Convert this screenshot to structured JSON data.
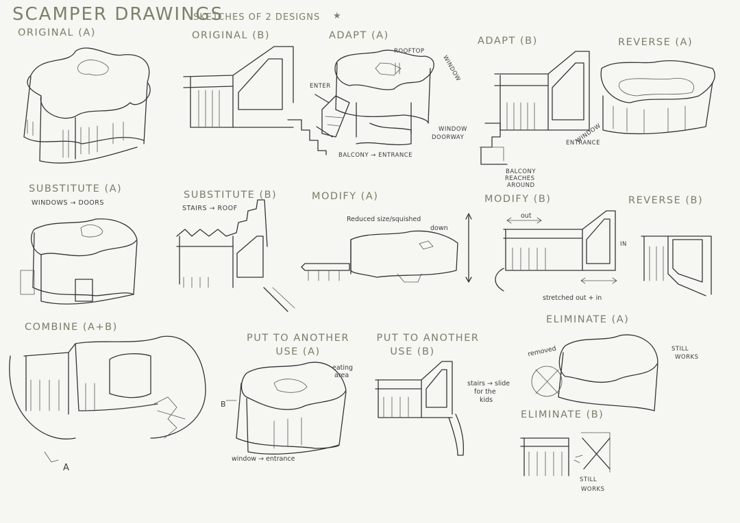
{
  "title": "Scamper Drawings",
  "subtitle": "Sketches of 2 designs",
  "star": "★",
  "sections": {
    "original_a": "Original (A)",
    "original_b": "Original (B)",
    "adapt_a": "Adapt (A)",
    "adapt_b": "Adapt (B)",
    "reverse_a": "Reverse (A)",
    "substitute_a": "Substitute (A)",
    "substitute_b": "Substitute (B)",
    "modify_a": "Modify (A)",
    "modify_b": "Modify (B)",
    "reverse_b": "Reverse (B)",
    "combine": "Combine (A+B)",
    "put_a_line1": "Put to another",
    "put_a_line2": "use (A)",
    "put_b_line1": "Put to another",
    "put_b_line2": "use (B)",
    "eliminate_a": "Eliminate (A)",
    "eliminate_b": "Eliminate (B)"
  },
  "notes": {
    "adapt_a_rooftop": "rooftop",
    "adapt_a_window_top": "window",
    "adapt_a_enter": "enter",
    "adapt_a_window_door_1": "window",
    "adapt_a_window_door_2": "doorway",
    "adapt_a_balcony": "balcony → entrance",
    "adapt_b_window_1": "window",
    "adapt_b_window_2": "entrance",
    "adapt_b_balcony_1": "balcony",
    "adapt_b_balcony_2": "reaches",
    "adapt_b_balcony_3": "around",
    "substitute_a_note": "windows → doors",
    "substitute_b_note": "stairs → roof",
    "modify_a_note_1": "Reduced size/squished",
    "modify_a_note_2": "down",
    "modify_b_out": "out",
    "modify_b_in": "in",
    "modify_b_stretched": "stretched out + in",
    "combine_a": "A",
    "combine_b": "B",
    "put_a_eating_1": "eating",
    "put_a_eating_2": "area",
    "put_a_window": "window → entrance",
    "put_b_note_1": "stairs → slide",
    "put_b_note_2": "for the",
    "put_b_note_3": "kids",
    "eliminate_a_removed": "removed",
    "eliminate_a_still_1": "still",
    "eliminate_a_still_2": "works",
    "eliminate_b_still_1": "still",
    "eliminate_b_still_2": "works"
  }
}
